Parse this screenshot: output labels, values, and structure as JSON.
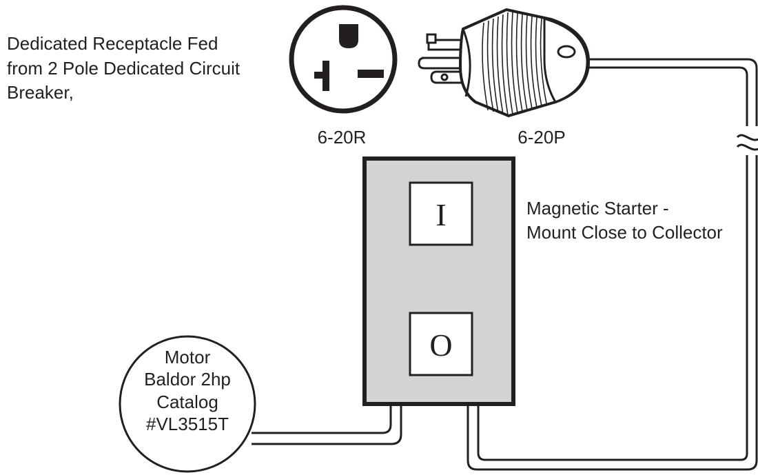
{
  "receptacle_note": {
    "lines": [
      "Dedicated Receptacle Fed",
      "from 2 Pole Dedicated Circuit",
      "Breaker,"
    ]
  },
  "receptacle": {
    "label": "6-20R"
  },
  "plug": {
    "label": "6-20P"
  },
  "starter": {
    "on_label": "I",
    "off_label": "O",
    "note_lines": [
      "Magnetic Starter -",
      "Mount Close to Collector"
    ],
    "body_color": "#d1d3d4"
  },
  "motor": {
    "lines": [
      "Motor",
      "Baldor 2hp",
      "Catalog",
      "#VL3515T"
    ]
  },
  "colors": {
    "ink": "#231f20",
    "paper": "#ffffff"
  }
}
